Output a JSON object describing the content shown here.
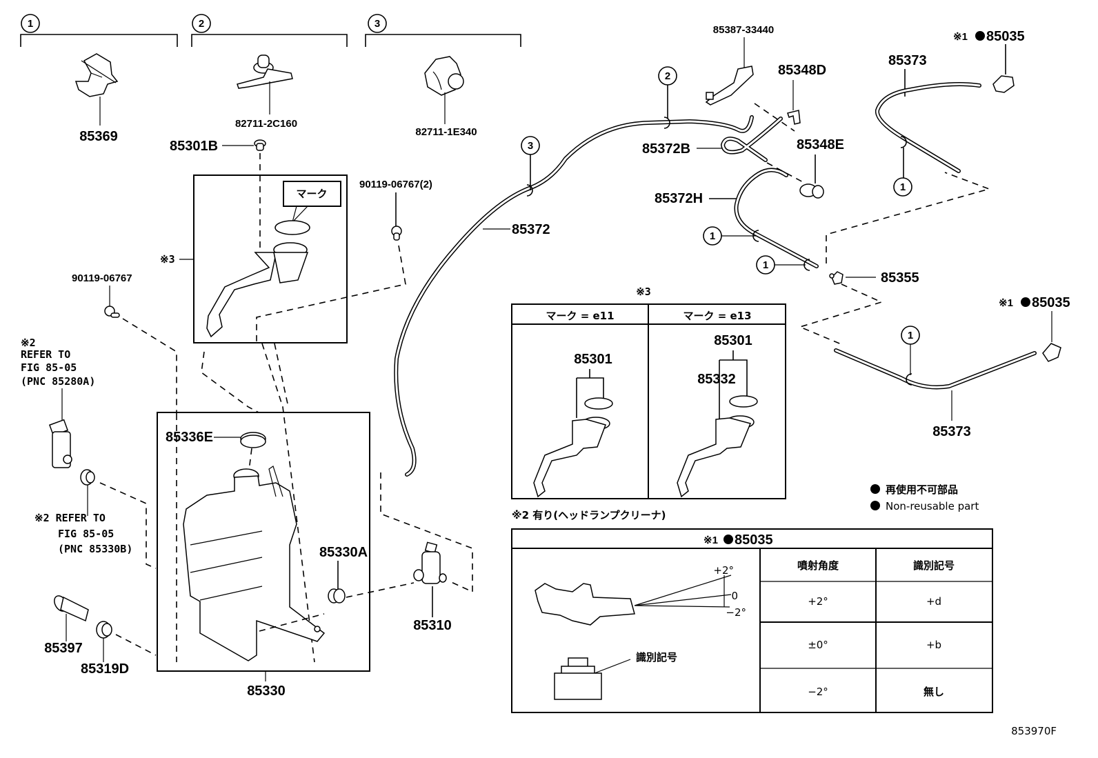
{
  "diagram": {
    "id_code": "853970F",
    "clip_groups": [
      {
        "index": "1",
        "part_number": "85369"
      },
      {
        "index": "2",
        "part_number": "82711-2C160"
      },
      {
        "index": "3",
        "part_number": "82711-1E340"
      }
    ],
    "parts": {
      "p85301B": "85301B",
      "p90119_2": "90119-06767(2)",
      "p90119": "90119-06767",
      "p85372": "85372",
      "p85387": "85387-33440",
      "p85348D": "85348D",
      "p85372B": "85372B",
      "p85348E": "85348E",
      "p85372H": "85372H",
      "p85355": "85355",
      "p85373_top": "85373",
      "p85035_top": "85035",
      "p85035_right": "85035",
      "p85373_bottom": "85373",
      "p85336E": "85336E",
      "p85330A": "85330A",
      "p85310": "85310",
      "p85330": "85330",
      "p85397": "85397",
      "p85319D": "85319D"
    },
    "callouts": {
      "c2": "2",
      "c3": "3",
      "c1a": "1",
      "c1b": "1",
      "c1c": "1",
      "c1d": "1"
    },
    "markers": {
      "note1_prefix": "※1",
      "note2": "※2",
      "note3": "※3",
      "mark_label": "マーク"
    },
    "refer_notes": {
      "upper": {
        "line1": "※2",
        "line2": "REFER TO",
        "line3": "FIG 85-05",
        "line4": "(PNC 85280A)"
      },
      "lower": {
        "line1": "※2 REFER TO",
        "line2": "FIG 85-05",
        "line3": "(PNC 85330B)"
      }
    },
    "mark_table": {
      "title": "※3",
      "columns": [
        {
          "header": "マーク = e11",
          "parts": [
            "85301"
          ]
        },
        {
          "header": "マーク = e13",
          "parts": [
            "85301",
            "85332"
          ]
        }
      ]
    },
    "note2_text": "※2 有り(ヘッドランプクリーナ)",
    "legend": {
      "jp": "再使用不可部品",
      "en": "Non-reusable part"
    },
    "nozzle_table": {
      "title_prefix": "※1",
      "title_part": "85035",
      "angle_labels": [
        "+2°",
        "0",
        "−2°"
      ],
      "marker_label": "識別記号",
      "headers": [
        "噴射角度",
        "識別記号"
      ],
      "rows": [
        {
          "angle": "+2°",
          "mark": "+d"
        },
        {
          "angle": "±0°",
          "mark": "+b"
        },
        {
          "angle": "−2°",
          "mark": "無し"
        }
      ]
    }
  }
}
